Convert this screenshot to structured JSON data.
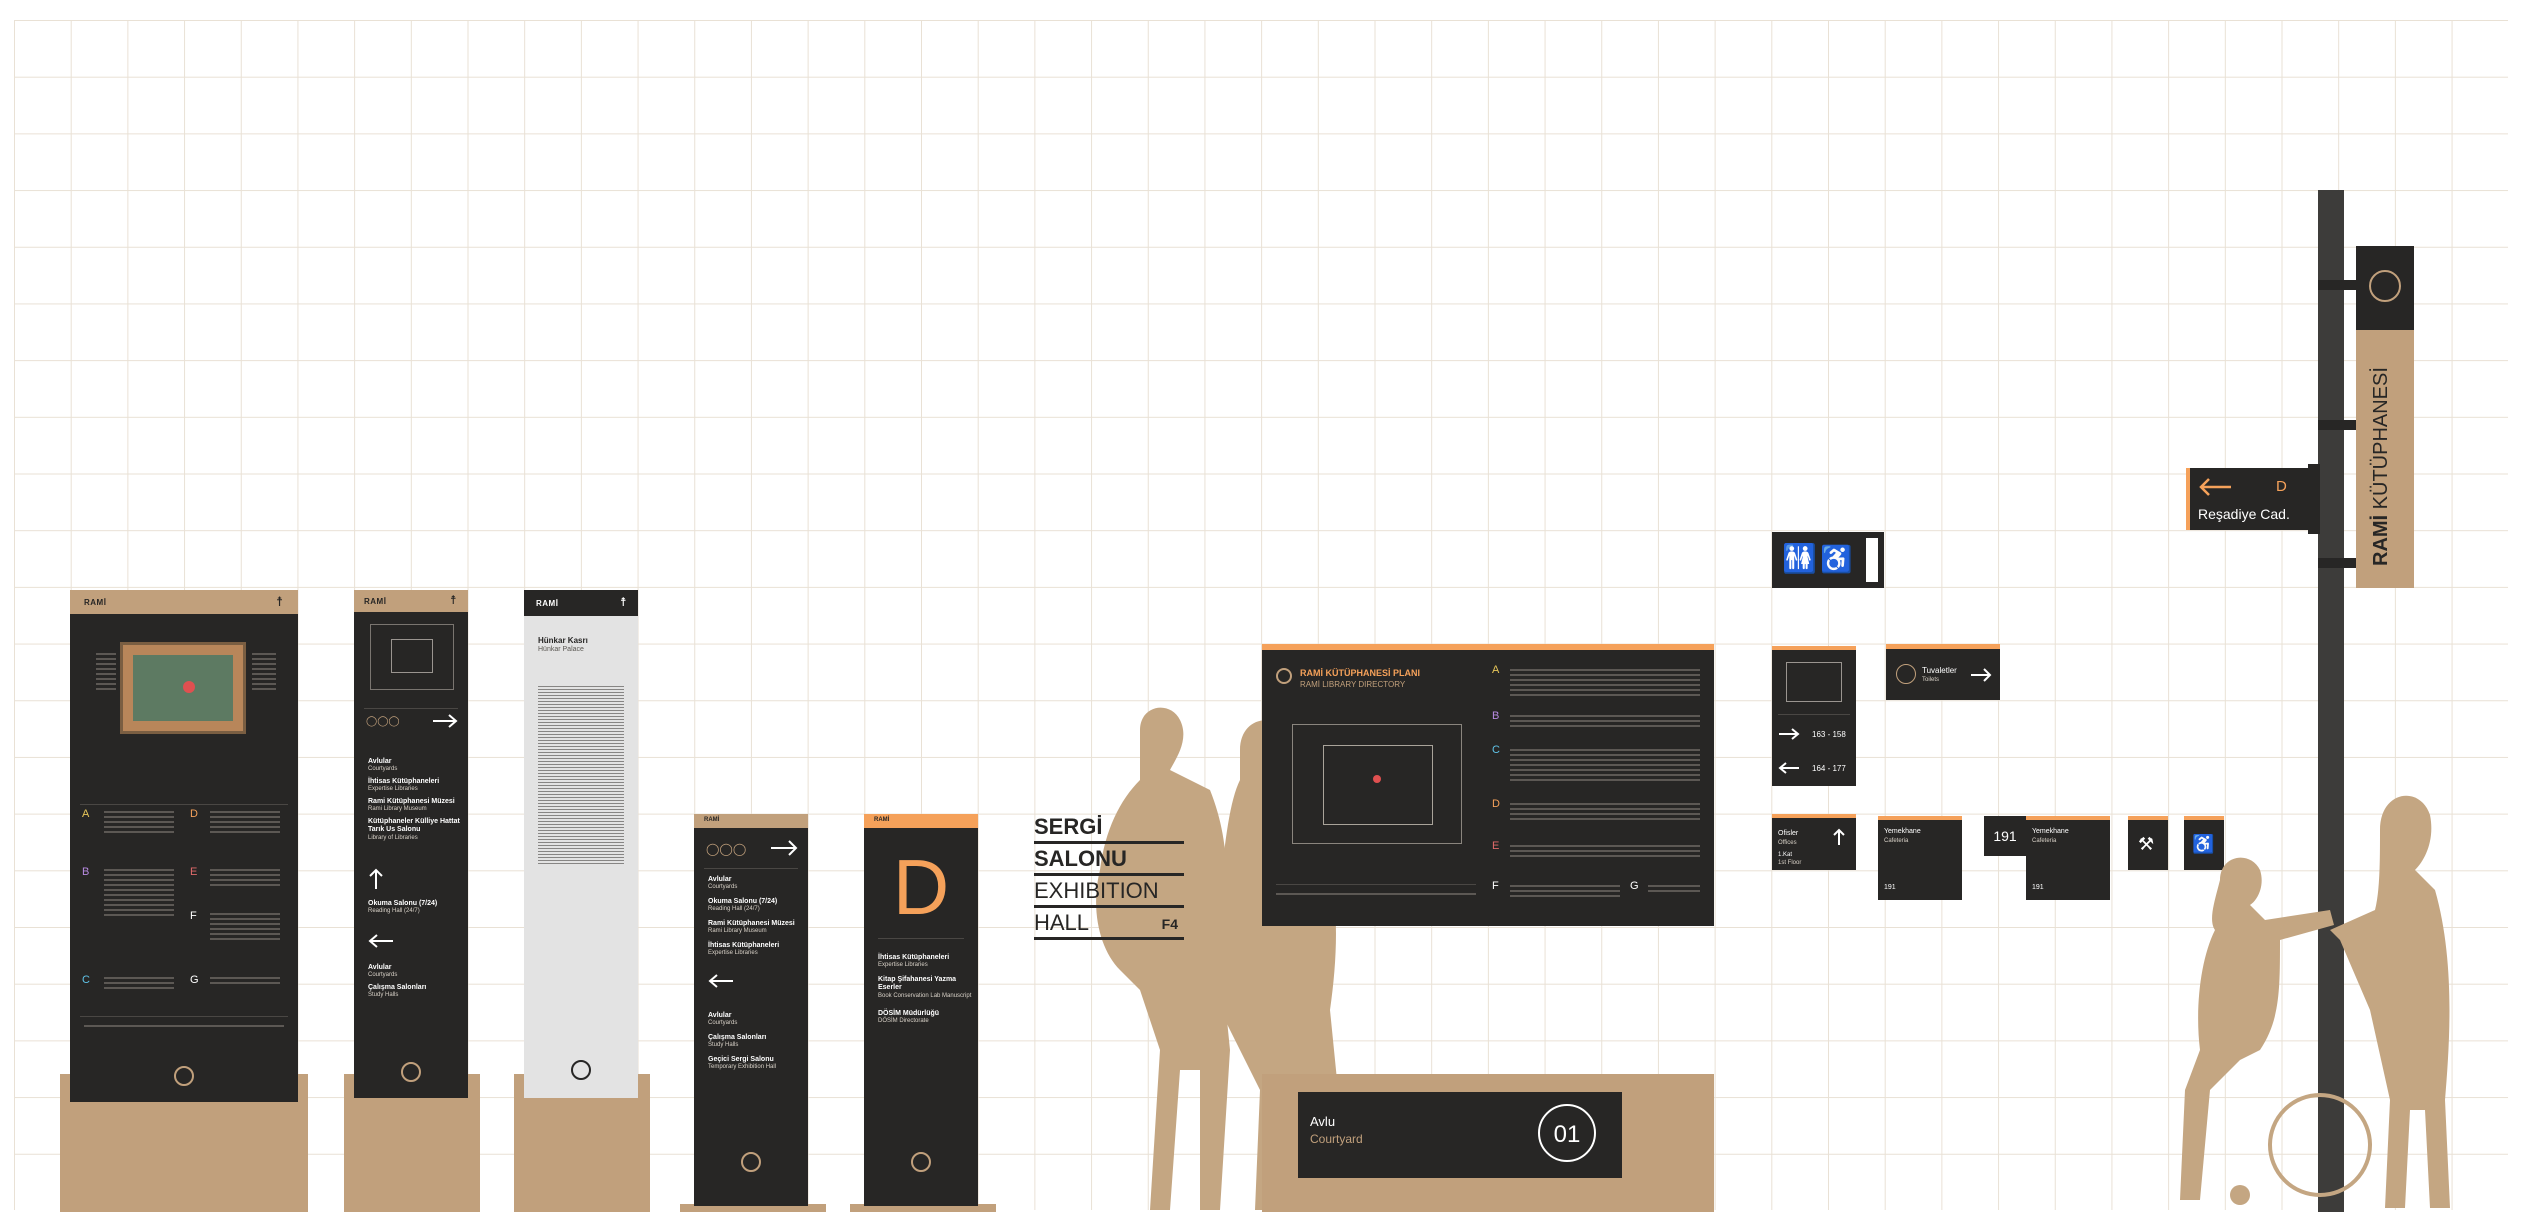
{
  "sign1": {
    "brand": "RAMİ"
  },
  "sign2": {
    "brand": "RAMİ",
    "items": [
      {
        "title": "Avlular",
        "sub": "Courtyards"
      },
      {
        "title": "İhtisas Kütüphaneleri",
        "sub": "Expertise Libraries"
      },
      {
        "title": "Rami Kütüphanesi Müzesi",
        "sub": "Rami Library Museum"
      },
      {
        "title": "Kütüphaneler Külliye Hattat Tarık Us Salonu",
        "sub": "Library of Libraries"
      },
      {
        "title": "Okuma Salonu (7/24)",
        "sub": "Reading Hall (24/7)"
      },
      {
        "title": "Avlular",
        "sub": "Courtyards"
      },
      {
        "title": "Çalışma Salonları",
        "sub": "Study Halls"
      }
    ]
  },
  "sign3": {
    "brand": "RAMİ",
    "title": "Hünkar Kasrı",
    "sub": "Hünkar Palace"
  },
  "sign4": {
    "brand": "RAMİ",
    "items": [
      {
        "title": "Avlular",
        "sub": "Courtyards"
      },
      {
        "title": "Okuma Salonu (7/24)",
        "sub": "Reading Hall (24/7)"
      },
      {
        "title": "Rami Kütüphanesi Müzesi",
        "sub": "Rami Library Museum"
      },
      {
        "title": "İhtisas Kütüphaneleri",
        "sub": "Expertise Libraries"
      },
      {
        "title": "Avlular",
        "sub": "Courtyards"
      },
      {
        "title": "Çalışma Salonları",
        "sub": "Study Halls"
      },
      {
        "title": "Geçici Sergi Salonu",
        "sub": "Temporary Exhibition Hall"
      }
    ]
  },
  "sign5": {
    "brand": "RAMİ",
    "letter": "D",
    "items": [
      {
        "title": "İhtisas Kütüphaneleri",
        "sub": "Expertise Libraries"
      },
      {
        "title": "Kitap Şifahanesi Yazma Eserler",
        "sub": "Book Conservation Lab Manuscript"
      },
      {
        "title": "DÖSİM Müdürlüğü",
        "sub": "DÖSİM Directorate"
      }
    ]
  },
  "exhibition": {
    "lines": [
      "SERGİ",
      "SALONU",
      "EXHIBITION",
      "HALL"
    ],
    "floor": "F4"
  },
  "directory": {
    "title": "RAMİ KÜTÜPHANESİ PLANI",
    "subtitle": "RAMİ LIBRARY DIRECTORY",
    "sections": [
      "A",
      "B",
      "C",
      "D",
      "E",
      "F",
      "G"
    ]
  },
  "courtyard": {
    "title": "Avlu",
    "sub": "Courtyard",
    "number": "01"
  },
  "small_signs": {
    "room_range1": "163 - 158",
    "room_range2": "164 - 177",
    "toilets_title": "Tuvaletler",
    "toilets_sub": "Toilets",
    "offices_title": "Ofisler",
    "offices_sub": "Offices",
    "offices_floor": "1.Kat",
    "offices_floor_sub": "1st Floor",
    "cafe_title": "Yemekhane",
    "cafe_sub": "Cafeteria",
    "room_number": "191"
  },
  "street": {
    "name": "Reşadiye Cad.",
    "letter": "D"
  },
  "pylon": {
    "name_bold": "RAMİ",
    "name": "KÜTÜPHANESİ"
  },
  "colors": {
    "tan": "#c1a07c",
    "dark": "#272625",
    "orange": "#f5a15a",
    "grid": "#e9e1d5"
  },
  "icons": [
    "person-icon",
    "wheelchair-icon",
    "toilet-icon",
    "arrow-left-icon",
    "arrow-right-icon",
    "arrow-up-icon",
    "emblem-icon",
    "cleaning-icon"
  ]
}
